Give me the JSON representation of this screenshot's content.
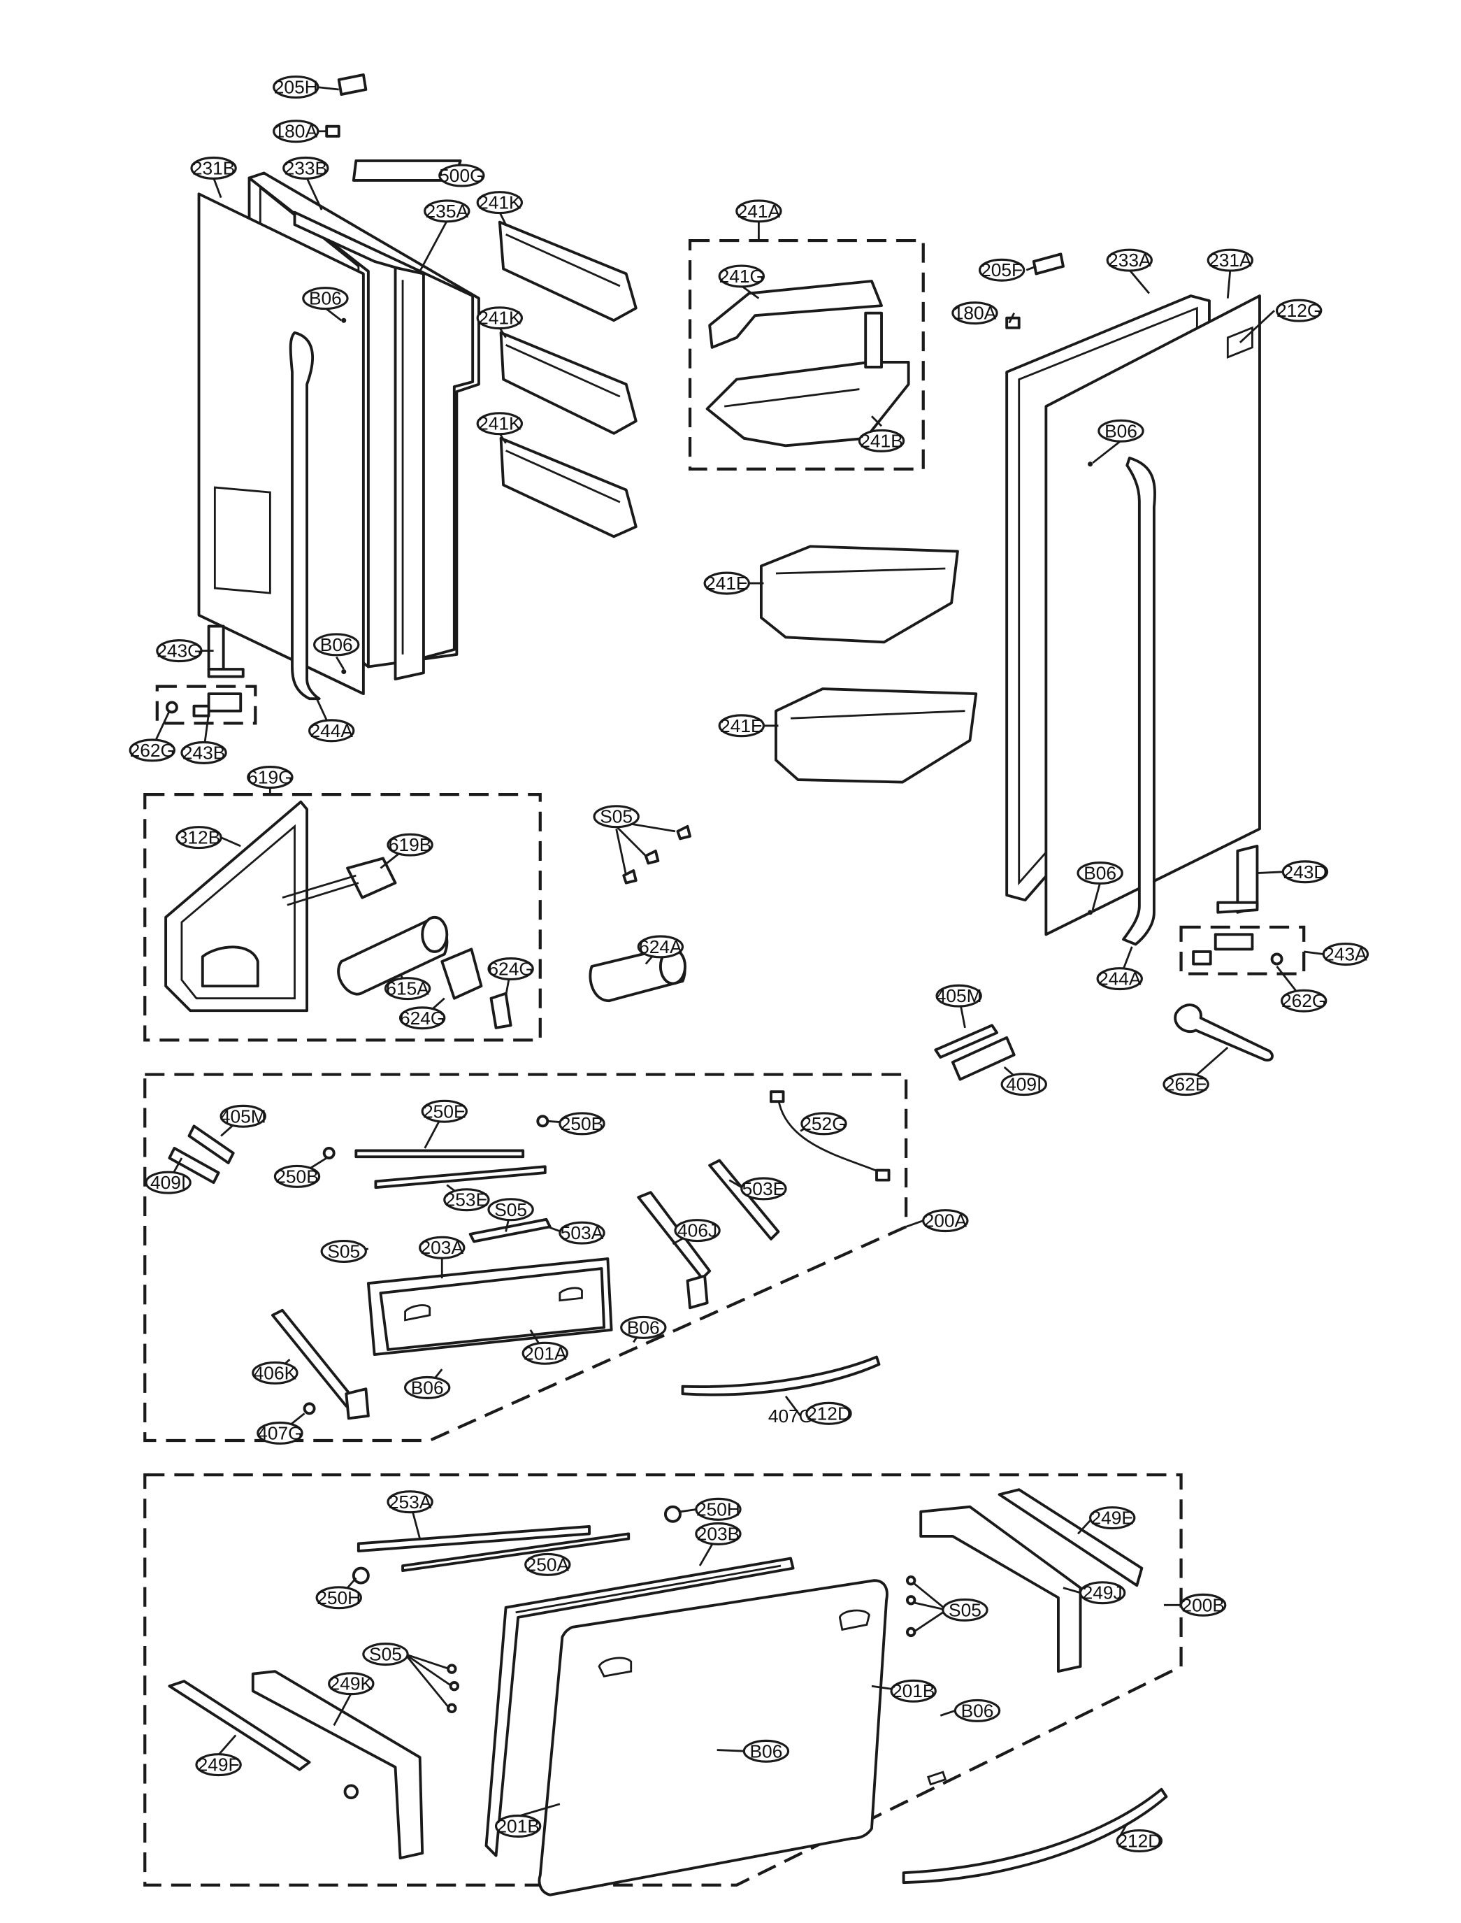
{
  "labels": {
    "l205H_a": "205H",
    "l180A_a": "180A",
    "l231B": "231B",
    "l233B": "233B",
    "l500G": "500G",
    "l235A": "235A",
    "l241K_1": "241K",
    "l241K_2": "241K",
    "l241K_3": "241K",
    "l241A": "241A",
    "l241G": "241G",
    "l241B": "241B",
    "l205F": "205F",
    "l233A": "233A",
    "l231A": "231A",
    "l180A_b": "180A",
    "l212G": "212G",
    "l241E_1": "241E",
    "l241E_2": "241E",
    "lB06_1": "B06",
    "lB06_2": "B06",
    "lB06_3": "B06",
    "lB06_4": "B06",
    "l243G": "243G",
    "l262G_1": "262G",
    "l243B": "243B",
    "l244A_1": "244A",
    "l244A_2": "244A",
    "l619G": "619G",
    "l312B": "312B",
    "l619B": "619B",
    "l615A": "615A",
    "l624G_1": "624G",
    "l624G_2": "624G",
    "lS05_1": "S05",
    "l624A": "624A",
    "l243D": "243D",
    "l243A": "243A",
    "l262G_2": "262G",
    "l262E": "262E",
    "l405M_1": "405M",
    "l409I_1": "409I",
    "l405M_2": "405M",
    "l409I_2": "409I",
    "l250E": "250E",
    "l250B_1": "250B",
    "l250B_2": "250B",
    "l253E": "253E",
    "l252G": "252G",
    "lS05_2": "S05",
    "l503A": "503A",
    "l503E": "503E",
    "lS05_3": "S05",
    "l203A": "203A",
    "l406J": "406J",
    "l200A": "200A",
    "lB06_5": "B06",
    "l201A": "201A",
    "l406K": "406K",
    "lB06_6": "B06",
    "l407G_1": "407G",
    "l407G_2": "407G",
    "l212D_1": "212D",
    "l253A": "253A",
    "l250H_1": "250H",
    "l249E": "249E",
    "l203B": "203B",
    "l250A": "250A",
    "l250H_2": "250H",
    "l249J": "249J",
    "lS05_4": "S05",
    "l200B": "200B",
    "lS05_5": "S05",
    "l249K": "249K",
    "l201B_1": "201B",
    "lB06_7": "B06",
    "l249F": "249F",
    "lB06_8": "B06",
    "l201B_2": "201B",
    "l212D_2": "212D"
  }
}
